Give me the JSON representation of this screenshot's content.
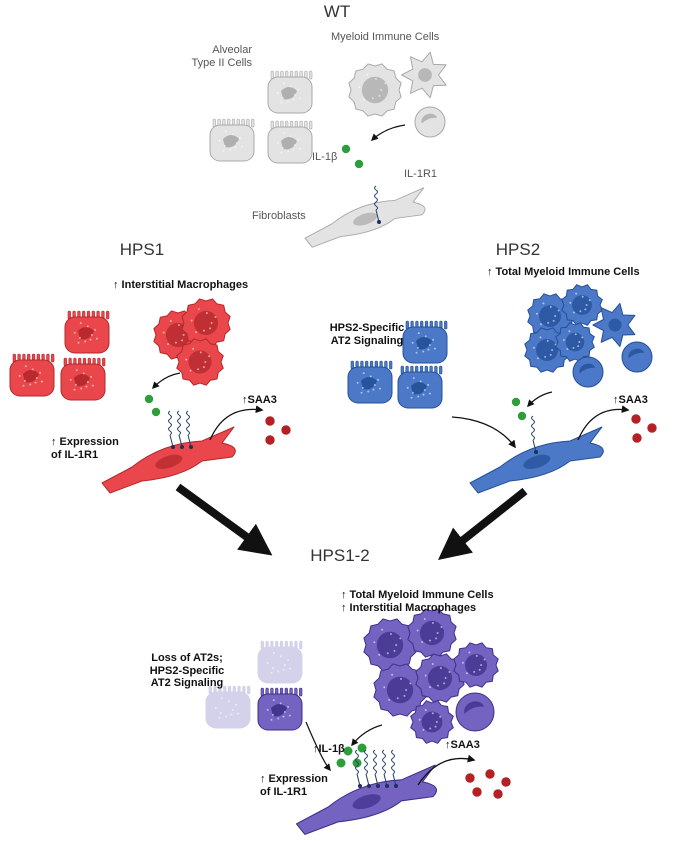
{
  "colors": {
    "wt": "#e3e3e3",
    "wt_dark": "#a9a9a9",
    "hps1": "#e9474b",
    "hps1_dark": "#b2272b",
    "hps2": "#4b79c7",
    "hps2_dark": "#244f98",
    "hps12": "#7463c1",
    "hps12_dark": "#3e2f8a",
    "hps12_faded": "#d4d1ea",
    "il1b": "#2e9e3a",
    "saa3": "#b52024",
    "arrow": "#111111"
  },
  "panels": {
    "wt": {
      "title": "WT",
      "alveolar_label": "Alveolar\nType II Cells",
      "myeloid_label": "Myeloid Immune Cells",
      "il1b_label": "IL-1β",
      "il1r1_label": "IL-1R1",
      "fibroblast_label": "Fibroblasts"
    },
    "hps1": {
      "title": "HPS1",
      "macrophage_label": "↑ Interstitial Macrophages",
      "expression_label": "↑ Expression\nof IL-1R1",
      "saa3_label": "↑SAA3"
    },
    "hps2": {
      "title": "HPS2",
      "myeloid_label": "↑ Total Myeloid Immune Cells",
      "signaling_label": "HPS2-Specific\nAT2 Signaling",
      "saa3_label": "↑SAA3"
    },
    "hps12": {
      "title": "HPS1-2",
      "changes_label": "↑ Total Myeloid Immune Cells\n↑ Interstitial Macrophages",
      "loss_label": "Loss of AT2s;\nHPS2-Specific\nAT2 Signaling",
      "il1b_label": "↑IL-1β",
      "expression_label": "↑ Expression\nof IL-1R1",
      "saa3_label": "↑SAA3"
    }
  }
}
